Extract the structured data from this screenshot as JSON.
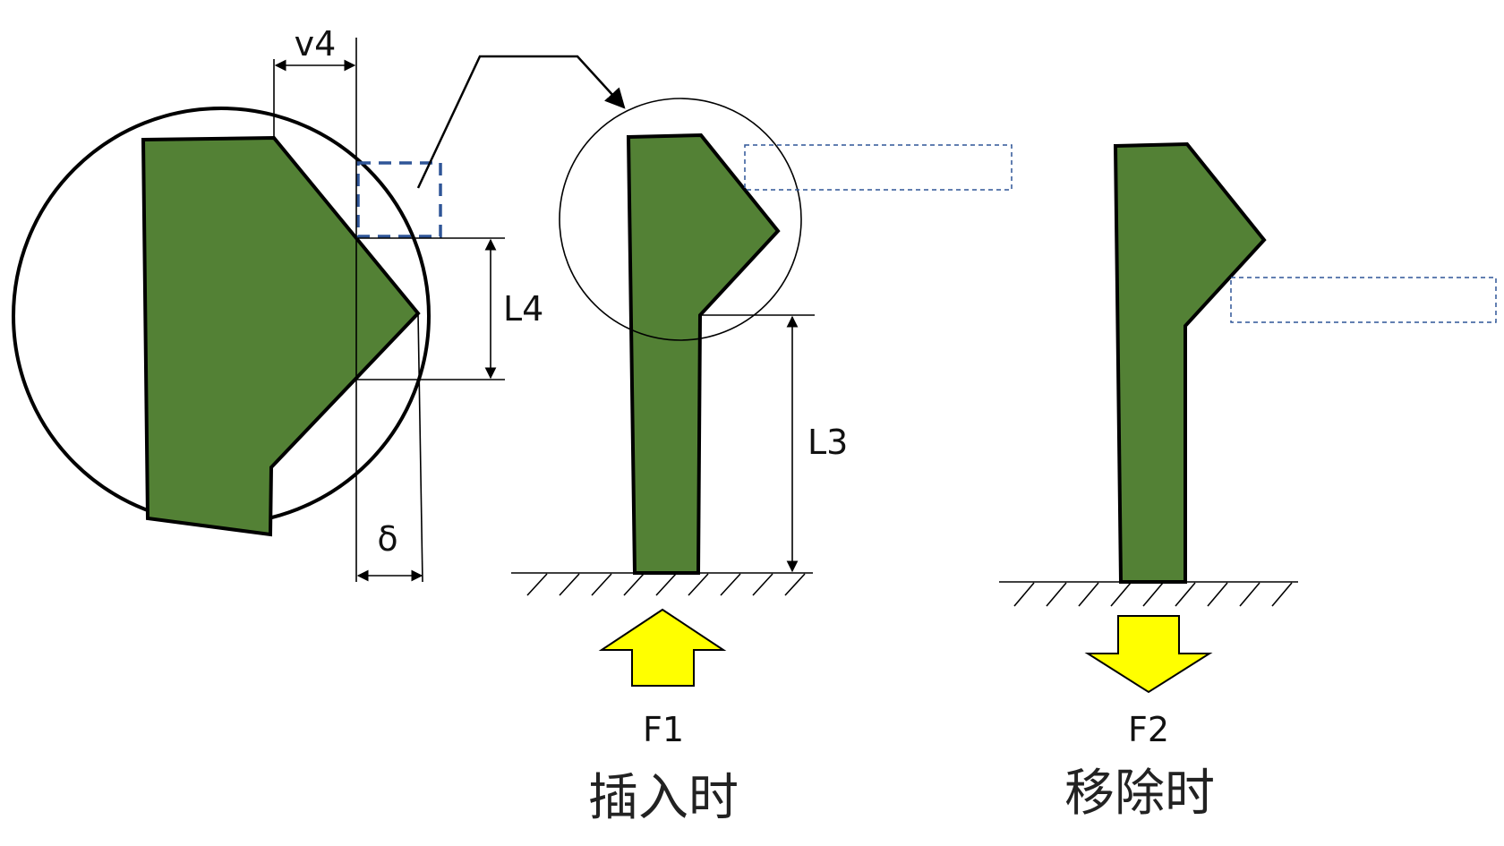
{
  "labels": {
    "v4": "v4",
    "L4": "L4",
    "L3": "L3",
    "delta": "δ",
    "F1": "F1",
    "F2": "F2",
    "insertion_caption": "插入时",
    "removal_caption": "移除时"
  },
  "colors": {
    "snap_fit_body": "#538135",
    "force_arrow": "#FFFF00",
    "dashed_box": "#2F5597",
    "outline": "#000000"
  },
  "icons": {
    "insertion_arrow": "up-arrow-icon",
    "removal_arrow": "down-arrow-icon"
  }
}
